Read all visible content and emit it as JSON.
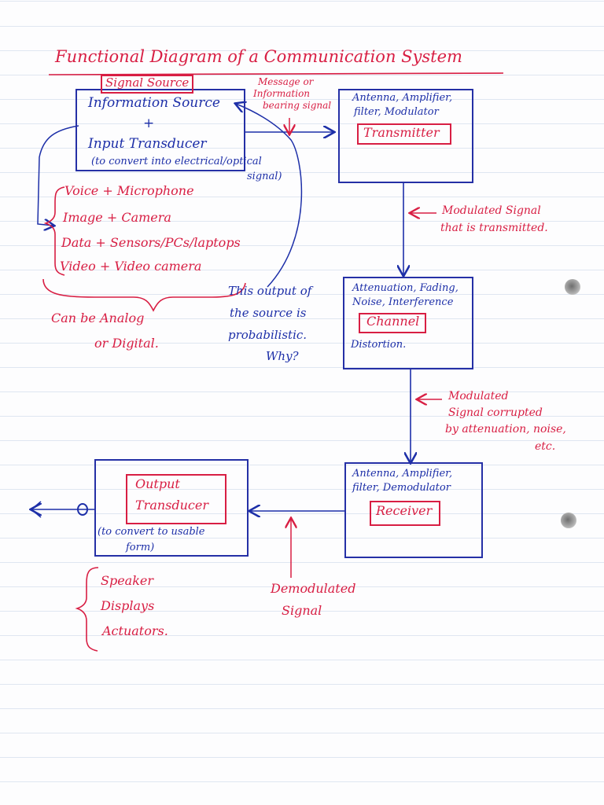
{
  "title": "Functional Diagram of a Communication System",
  "source": {
    "tag": "Signal Source",
    "line1": "Information Source",
    "plus": "+",
    "line2": "Input Transducer",
    "note1": "(to convert into electrical/optical",
    "note2": "signal)"
  },
  "message_note": {
    "l1": "Message or",
    "l2": "Information",
    "l3": "bearing signal"
  },
  "transmitter": {
    "sub1": "Antenna, Amplifier,",
    "sub2": "filter, Modulator",
    "label": "Transmitter"
  },
  "examples": [
    "Voice + Microphone",
    "Image + Camera",
    "Data + Sensors/PCs/laptops",
    "Video + Video camera"
  ],
  "analog_note": {
    "l1": "Can be Analog",
    "l2": "or Digital."
  },
  "prob_note": {
    "l1": "This output of",
    "l2": "the source is",
    "l3": "probabilistic.",
    "l4": "Why?"
  },
  "modulated_note": {
    "l1": "Modulated Signal",
    "l2": "that is transmitted."
  },
  "channel": {
    "sub1": "Attenuation, Fading,",
    "sub2": "Noise, Interference",
    "label": "Channel",
    "sub3": "Distortion."
  },
  "corrupted_note": {
    "l1": "Modulated",
    "l2": "Signal corrupted",
    "l3": "by attenuation, noise,",
    "l4": "etc."
  },
  "receiver": {
    "sub1": "Antenna, Amplifier,",
    "sub2": "filter, Demodulator",
    "label": "Receiver"
  },
  "output": {
    "l1": "Output",
    "l2": "Transducer",
    "note1": "(to convert to usable",
    "note2": "form)"
  },
  "demod_note": {
    "l1": "Demodulated",
    "l2": "Signal"
  },
  "outputs_list": [
    "Speaker",
    "Displays",
    "Actuators."
  ],
  "colors": {
    "red_ink": "#d81e43",
    "blue_ink": "#1d2fa8",
    "rule_line": "#dfe6f1"
  }
}
